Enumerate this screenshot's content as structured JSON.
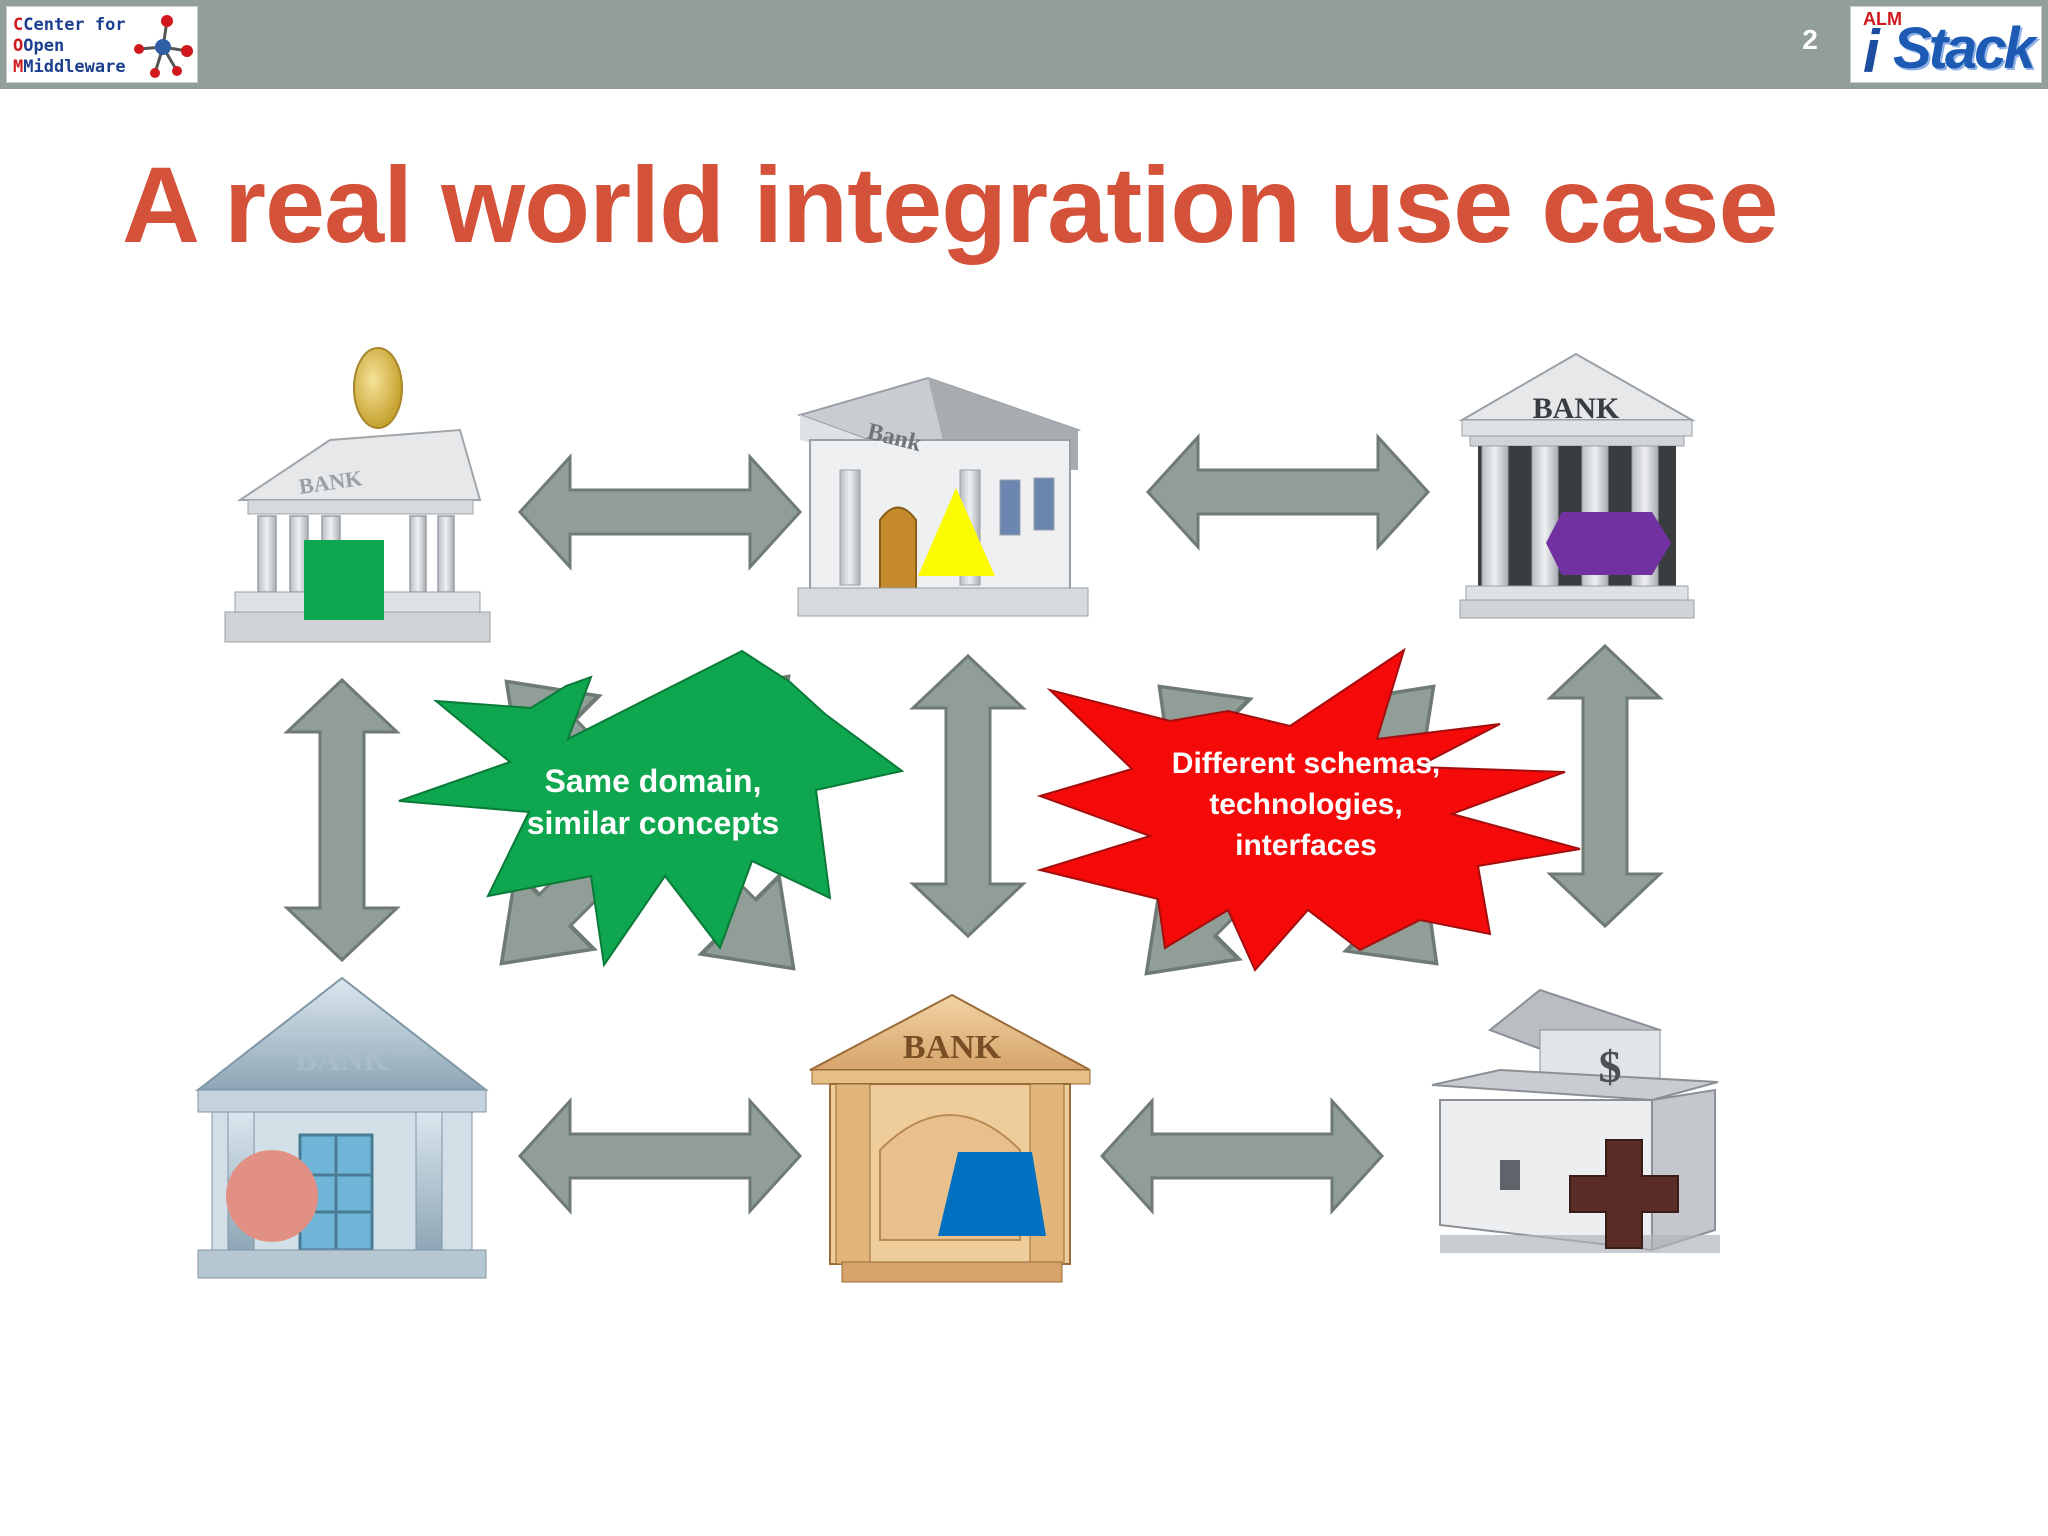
{
  "header": {
    "logo_left": {
      "line1": "Center for",
      "line2": "Open",
      "line3": "Middleware",
      "icon": "molecule-icon"
    },
    "page_number": "2",
    "logo_right": {
      "prefix": "ALM",
      "i": "i",
      "name": "Stack"
    }
  },
  "title": "A real world integration use case",
  "banks": [
    {
      "label": "BANK",
      "shape": "square",
      "shape_color": "#0ea64e"
    },
    {
      "label": "Bank",
      "shape": "triangle",
      "shape_color": "#fbfb04"
    },
    {
      "label": "BANK",
      "shape": "hexagon",
      "shape_color": "#7131a1"
    },
    {
      "label": "BANK",
      "shape": "circle",
      "shape_color": "#e28f84"
    },
    {
      "label": "BANK",
      "shape": "trapezoid",
      "shape_color": "#0170c1"
    },
    {
      "label": "$",
      "shape": "cross",
      "shape_color": "#5a2d26"
    }
  ],
  "callouts": {
    "green": {
      "line1": "Same domain,",
      "line2": "similar concepts",
      "color": "#0ea64e"
    },
    "red": {
      "line1": "Different schemas,",
      "line2": "technologies,",
      "line3": "interfaces",
      "color": "#f50a0a"
    }
  },
  "colors": {
    "title": "#d5523a",
    "header_bar": "#929f98",
    "arrow": "#919e97"
  }
}
